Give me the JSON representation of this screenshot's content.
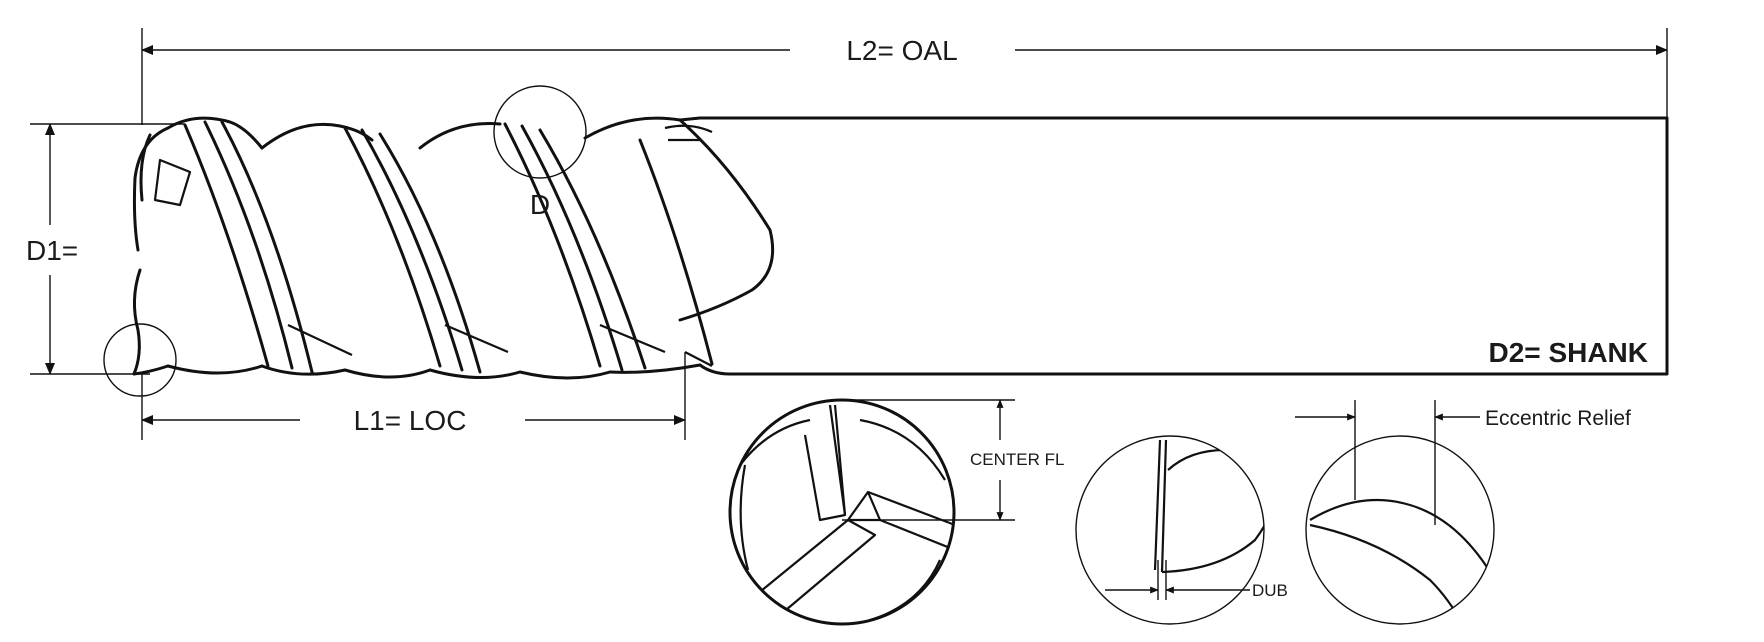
{
  "labels": {
    "oal": "L2= OAL",
    "d1": "D1=",
    "shank": "D2= SHANK",
    "loc": "L1= LOC",
    "detail_d": "D",
    "center_fl": "CENTER FL",
    "dub": "DUB",
    "eccentric_relief": "Eccentric Relief"
  },
  "colors": {
    "line": "#111111",
    "background": "#ffffff"
  }
}
